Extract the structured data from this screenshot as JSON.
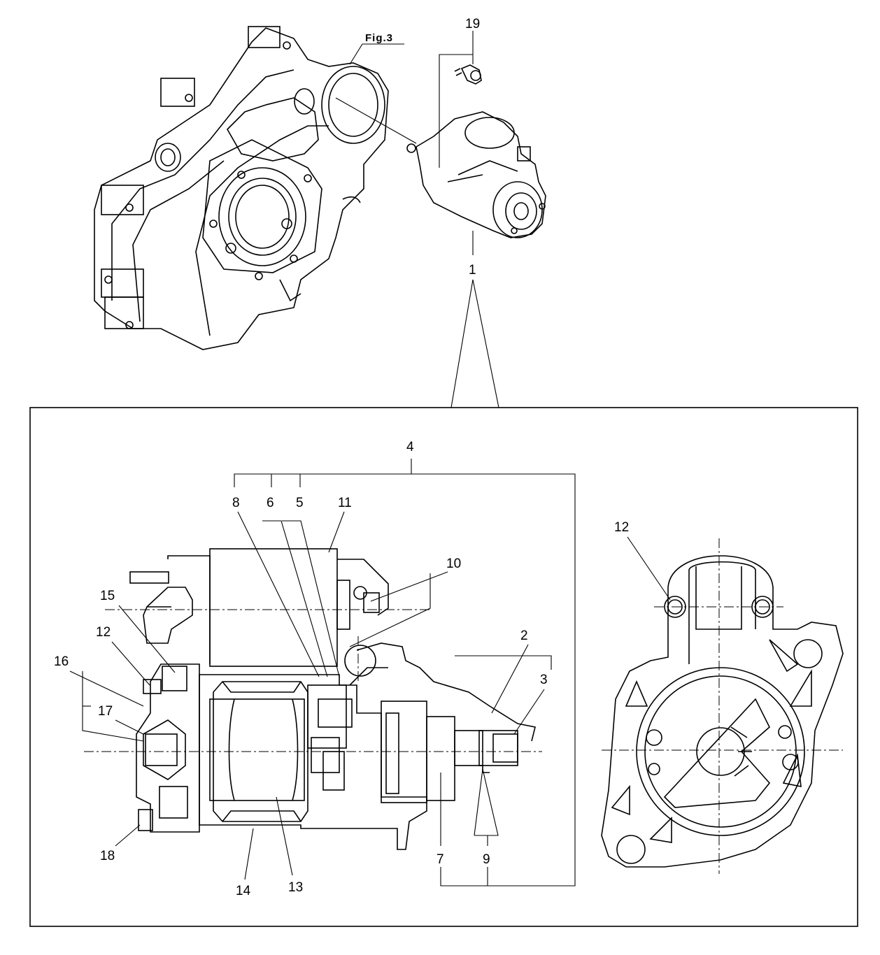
{
  "figure": {
    "fig_ref": "Fig.3",
    "callouts": {
      "c1": "1",
      "c2": "2",
      "c3": "3",
      "c4": "4",
      "c5": "5",
      "c6": "6",
      "c7": "7",
      "c8": "8",
      "c9": "9",
      "c10": "10",
      "c11": "11",
      "c12": "12",
      "c12b": "12",
      "c13": "13",
      "c14": "14",
      "c15": "15",
      "c16": "16",
      "c17": "17",
      "c18": "18",
      "c19": "19"
    }
  }
}
